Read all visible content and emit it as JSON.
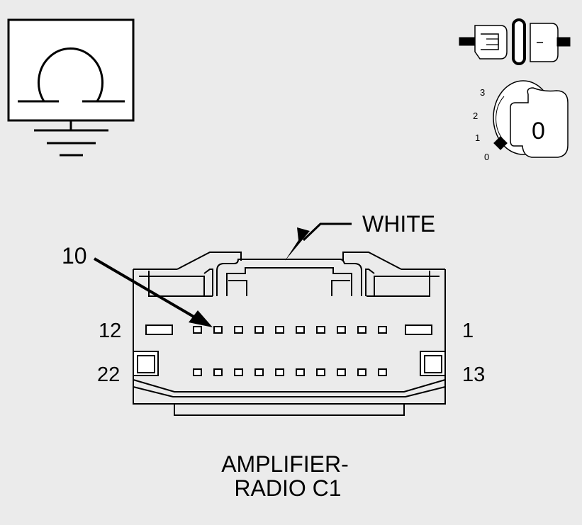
{
  "connector": {
    "color_label": "WHITE",
    "pin_callout": "10",
    "name_line1": "AMPLIFIER-",
    "name_line2": "RADIO C1",
    "pin_labels": {
      "top_left": "12",
      "top_right": "1",
      "bottom_left": "22",
      "bottom_right": "13"
    }
  },
  "ignition_switch": {
    "positions": [
      "3",
      "2",
      "1",
      "0"
    ],
    "key_position": "0"
  },
  "icons": {
    "ohmmeter": "ohmmeter-ground-icon",
    "connector": "connector-disconnected-icon",
    "ignition": "ignition-key-off-icon"
  },
  "colors": {
    "background": "#ebebeb",
    "line": "#000000",
    "key_fill": "#ffffff"
  }
}
